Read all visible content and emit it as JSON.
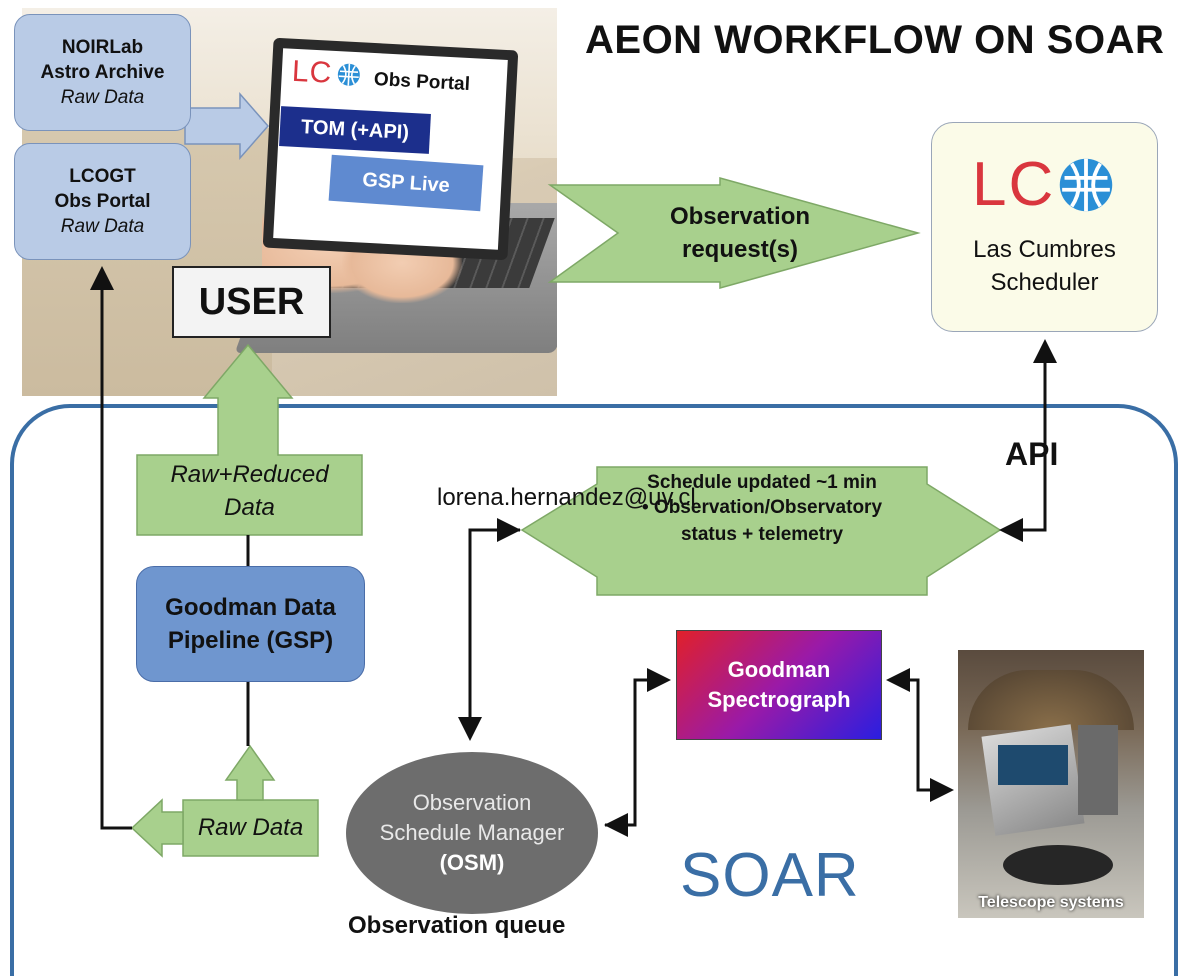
{
  "title": "AEON WORKFLOW ON SOAR",
  "archive_box": {
    "line1": "NOIRLab",
    "line2": "Astro Archive",
    "line3": "Raw Data"
  },
  "lcogt_box": {
    "line1": "LCOGT",
    "line2": "Obs Portal",
    "line3": "Raw Data"
  },
  "laptop_screen": {
    "logo_text": "LC",
    "portal_label": "Obs Portal",
    "tom_label": "TOM (+API)",
    "gsp_live_label": "GSP Live"
  },
  "user_label": "USER",
  "observation_request": {
    "line1": "Observation",
    "line2": "request(s)"
  },
  "scheduler": {
    "logo_text": "LC",
    "line1": "Las Cumbres",
    "line2": "Scheduler"
  },
  "raw_reduced": {
    "line1": "Raw+Reduced",
    "line2": "Data"
  },
  "email": "lorena.hernandez@uv.cl",
  "status": {
    "line1": "Schedule updated ~1 min",
    "bullet": "•",
    "line2": "Observation/Observatory",
    "line3": "status + telemetry"
  },
  "api_label": "API",
  "gsp": {
    "line1": "Goodman Data",
    "line2": "Pipeline (GSP)"
  },
  "goodman": {
    "line1": "Goodman",
    "line2": "Spectrograph"
  },
  "raw_data": "Raw Data",
  "osm": {
    "line1": "Observation",
    "line2": "Schedule Manager",
    "line3": "(OSM)"
  },
  "queue_label": "Observation queue",
  "soar_label": "SOAR",
  "telescope_label": "Telescope systems",
  "colors": {
    "green_arrow": "#a8d08d",
    "frame_blue": "#3a6ea5",
    "lco_red": "#d9363e",
    "lco_blue": "#2b8fd6"
  }
}
